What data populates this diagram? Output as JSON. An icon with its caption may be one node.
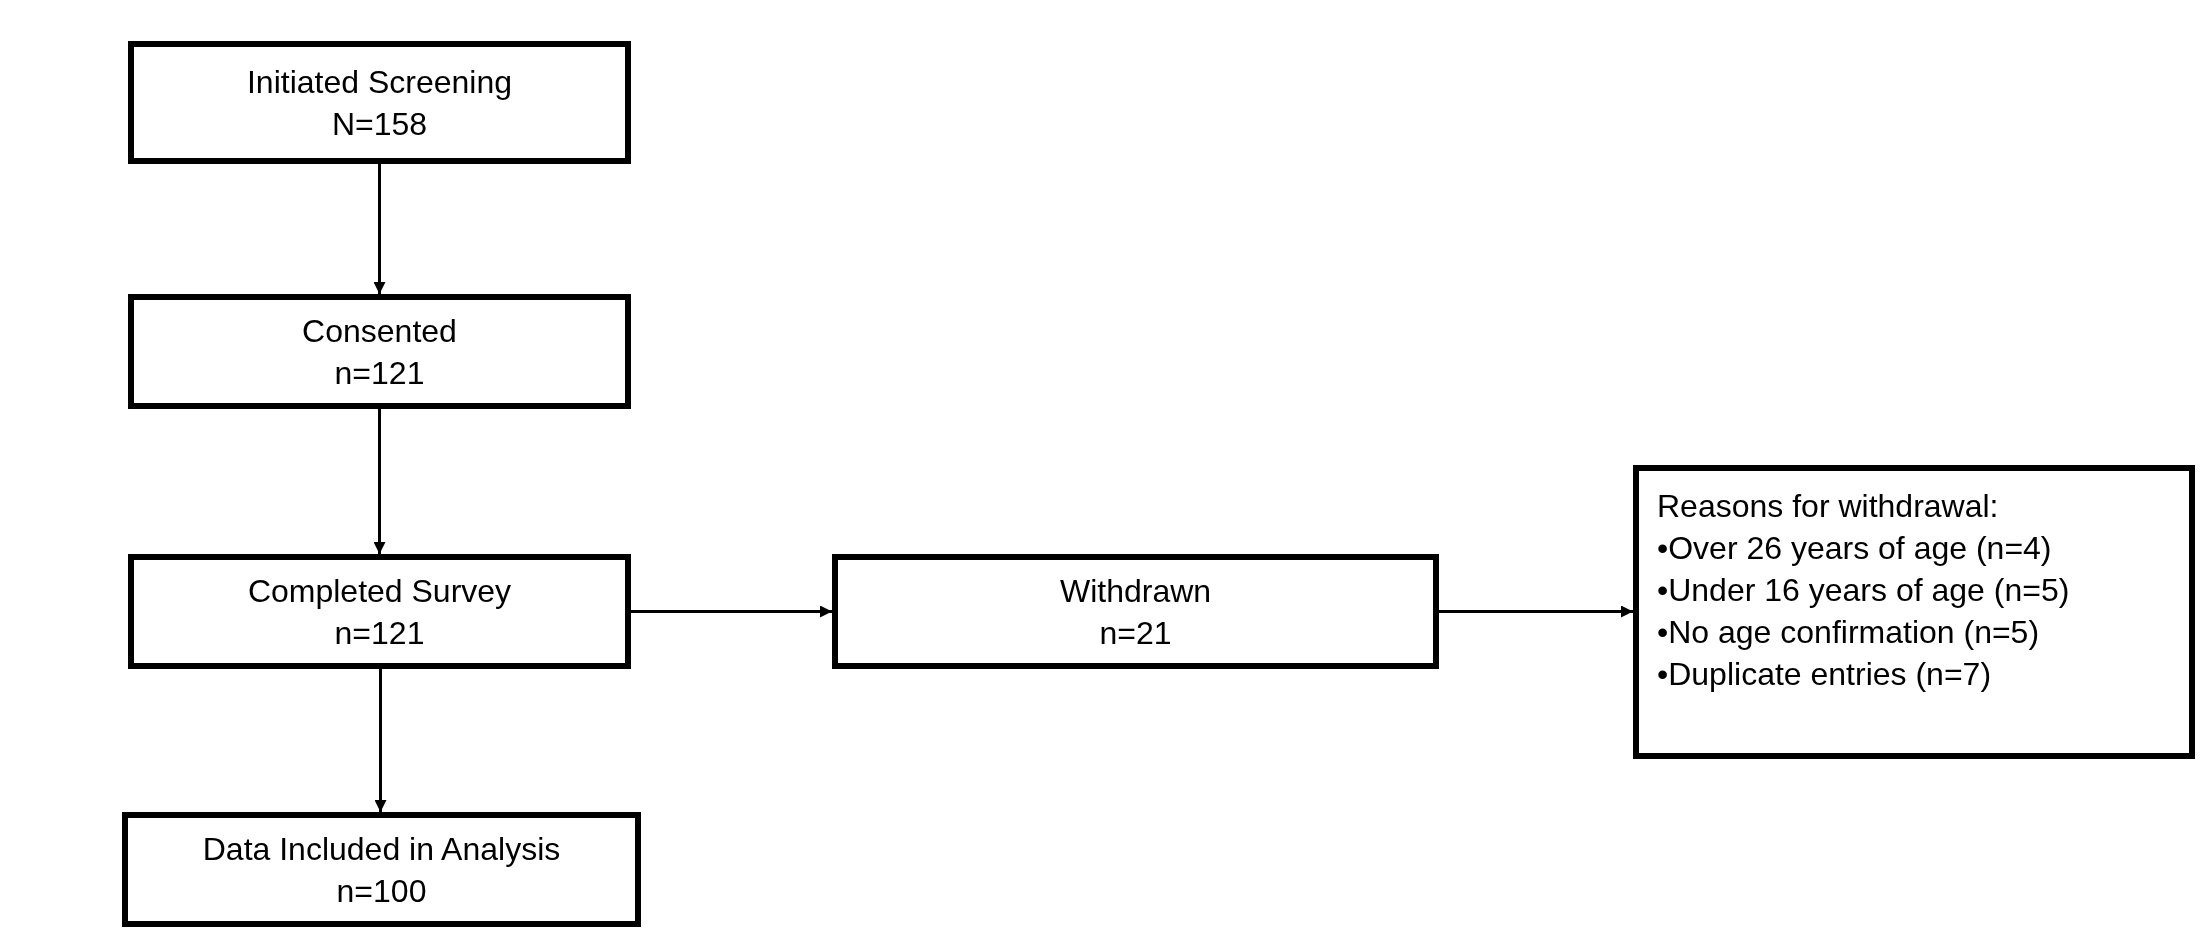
{
  "diagram": {
    "nodes": [
      {
        "text": [
          "Initiated Screening",
          "N=158"
        ]
      },
      {
        "text": [
          "Consented",
          "n=121"
        ]
      },
      {
        "text": [
          "Completed Survey",
          "n=121"
        ]
      },
      {
        "text": [
          "Withdrawn",
          "n=21"
        ]
      },
      {
        "text": [
          "Reasons for withdrawal:",
          "•Over 26 years of age (n=4)",
          "•Under 16 years of age (n=5)",
          "•No age confirmation (n=5)",
          "•Duplicate entries (n=7)"
        ]
      },
      {
        "text": [
          "Data Included in Analysis",
          "n=100"
        ]
      }
    ],
    "edges": [
      {
        "from": 0,
        "to": 1,
        "arrow": "to"
      },
      {
        "from": 1,
        "to": 2,
        "arrow": "to"
      },
      {
        "from": 2,
        "to": 3,
        "arrow": "to"
      },
      {
        "from": 3,
        "to": 4,
        "arrow": "to"
      },
      {
        "from": 2,
        "to": 5,
        "arrow": "to"
      }
    ]
  }
}
